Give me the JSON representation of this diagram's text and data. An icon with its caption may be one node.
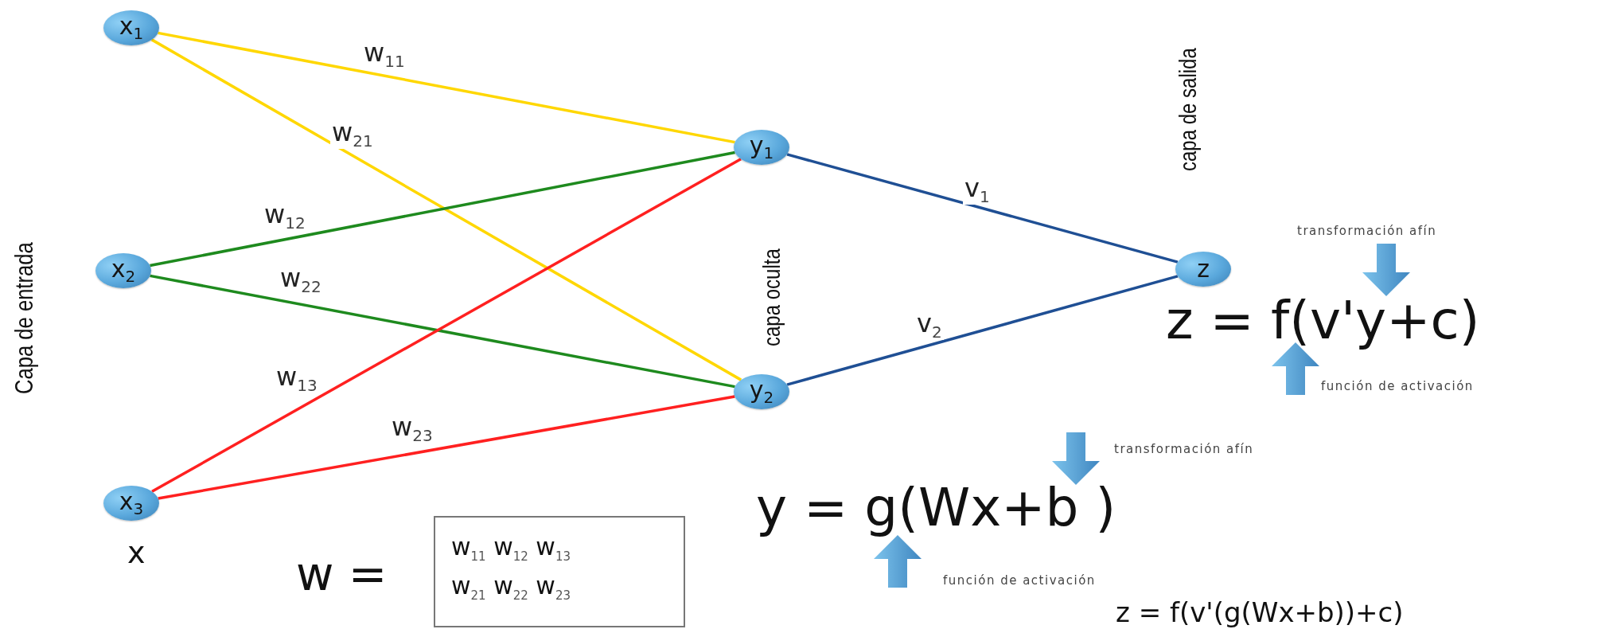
{
  "diagram": {
    "nodes": [
      {
        "text": [
          "x$_{1}$"
        ]
      },
      {
        "text": [
          "x$_{2}$"
        ]
      },
      {
        "text": [
          "x$_{3}$"
        ]
      },
      {
        "text": [
          "y$_{1}$"
        ]
      },
      {
        "text": [
          "y$_{2}$"
        ]
      },
      {
        "text": [
          "z"
        ]
      },
      {
        "text": [
          "w$_{11}$ w$_{12}$ w$_{13}$",
          "w$_{21}$ w$_{22}$ w$_{23}$"
        ]
      }
    ],
    "edges": [
      {
        "from": 0,
        "to": 3,
        "arrow": "none",
        "label": "w$_{11}$",
        "color": "#ffd700"
      },
      {
        "from": 0,
        "to": 4,
        "arrow": "none",
        "label": "w$_{21}$",
        "color": "#ffd700"
      },
      {
        "from": 1,
        "to": 3,
        "arrow": "none",
        "label": "w$_{12}$",
        "color": "#1e8a1e"
      },
      {
        "from": 1,
        "to": 4,
        "arrow": "none",
        "label": "w$_{22}$",
        "color": "#1e8a1e"
      },
      {
        "from": 2,
        "to": 3,
        "arrow": "none",
        "label": "w$_{13}$",
        "color": "#ff2020"
      },
      {
        "from": 2,
        "to": 4,
        "arrow": "none",
        "label": "w$_{23}$",
        "color": "#ff2020"
      },
      {
        "from": 3,
        "to": 5,
        "arrow": "none",
        "label": "v$_{1}$",
        "color": "#1f4f94"
      },
      {
        "from": 4,
        "to": 5,
        "arrow": "none",
        "label": "v$_{2}$",
        "color": "#1f4f94"
      }
    ],
    "labels": [
      "Capa de entrada",
      "capa oculta",
      "capa de salida",
      "transformación afín",
      "z = f(v'y+c)",
      "función de activación",
      "transformación afín",
      "y = g(Wx+b )",
      "función de activación",
      "x",
      "w =",
      "z = f(v'(g(Wx+b))+c)"
    ]
  }
}
